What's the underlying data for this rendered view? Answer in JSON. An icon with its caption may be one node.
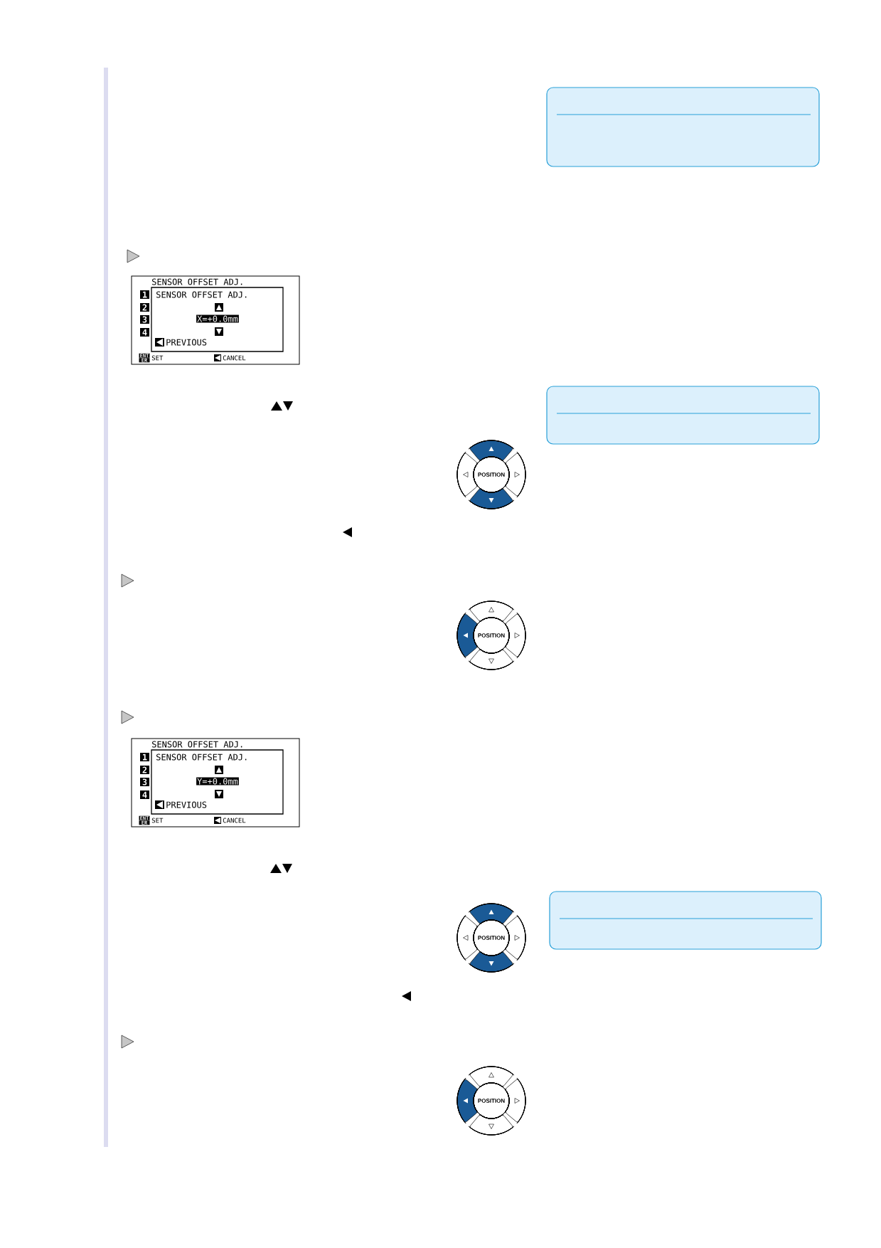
{
  "diagram": {
    "labels": [
      "SENSOR OFFSET ADJ.",
      "1",
      "2",
      "3",
      "4",
      "SENSOR OFFSET ADJ.",
      "X=+0.0mm",
      "PREVIOUS",
      "ENT",
      "ER",
      "SET",
      "CANCEL",
      "POSITION",
      "POSITION",
      "SENSOR OFFSET ADJ.",
      "1",
      "2",
      "3",
      "4",
      "SENSOR OFFSET ADJ.",
      "Y=+0.0mm",
      "PREVIOUS",
      "ENT",
      "ER",
      "SET",
      "CANCEL",
      "POSITION",
      "POSITION"
    ]
  }
}
